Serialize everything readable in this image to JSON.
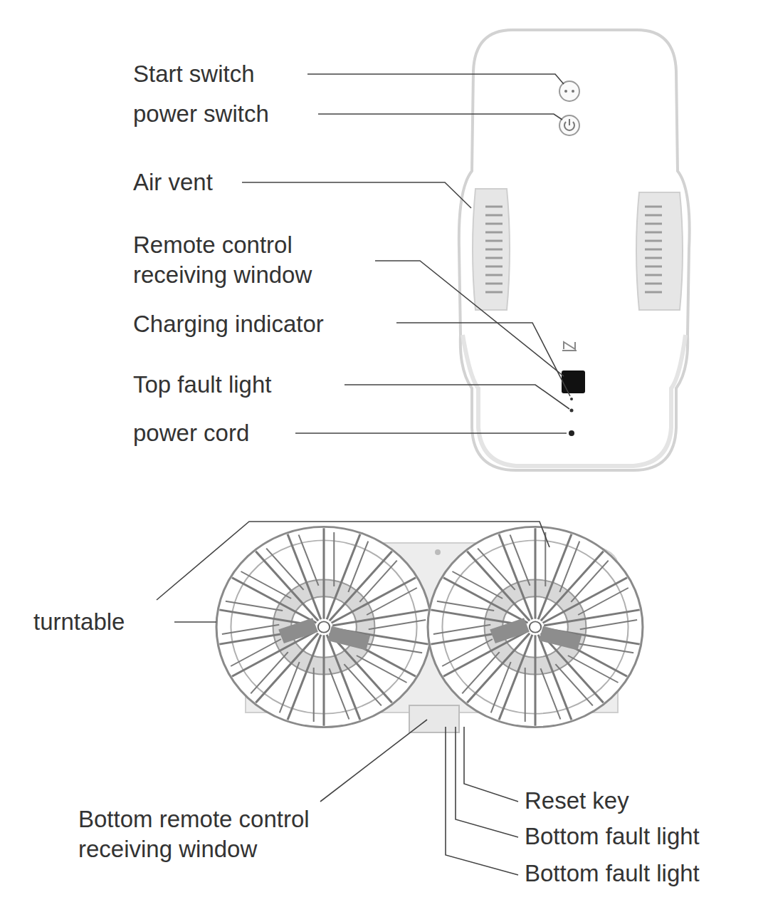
{
  "diagram": {
    "labels": [
      "Start switch",
      "power switch",
      "Air vent",
      "Remote control receiving window",
      "Charging indicator",
      "Top fault light",
      "power cord",
      "turntable",
      "Bottom remote control receiving window",
      "Reset key",
      "Bottom fault light",
      "Bottom fault light"
    ]
  }
}
